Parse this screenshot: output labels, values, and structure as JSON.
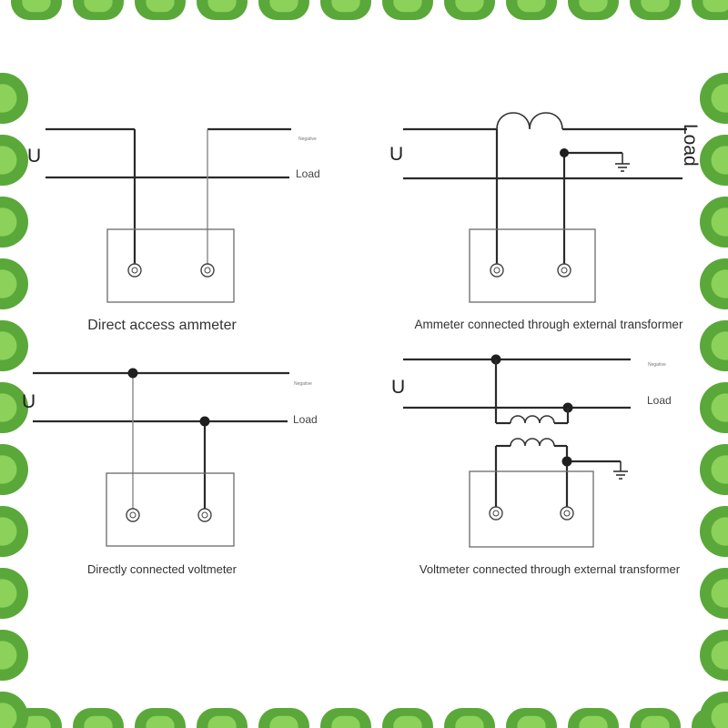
{
  "panels": {
    "direct_ammeter": {
      "u": "U",
      "top_label": "Negative",
      "load_label": "Load",
      "caption": "Direct access ammeter"
    },
    "transformer_ammeter": {
      "u": "U",
      "load_label": "Load",
      "caption": "Ammeter connected through external transformer"
    },
    "direct_voltmeter": {
      "u": "U",
      "top_label": "Negative",
      "load_label": "Load",
      "caption": "Directly connected voltmeter"
    },
    "transformer_voltmeter": {
      "u": "U",
      "top_label": "Negative",
      "load_label": "Load",
      "caption": "Voltmeter connected through external transformer"
    }
  },
  "border": {
    "outer_color": "#5aa83a",
    "inner_color": "#8bd15a"
  }
}
